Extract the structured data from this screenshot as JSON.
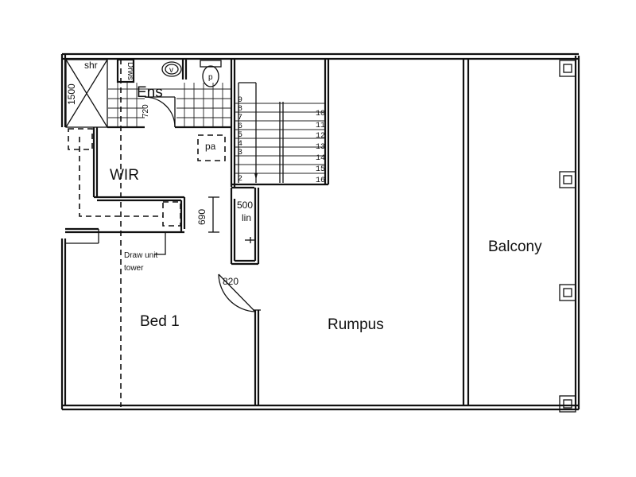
{
  "plan": {
    "rooms": {
      "ens": "Ens",
      "wir": "WIR",
      "bed1": "Bed 1",
      "rumpus": "Rumpus",
      "balcony": "Balcony"
    },
    "fixtures": {
      "shower": "shr",
      "drws": "Drws",
      "pantry": "pa",
      "vanity": "v",
      "toilet": "p"
    },
    "dimensions": {
      "shower_depth": "1500",
      "ens_door": "720",
      "wir_depth": "690",
      "lin_width": "500",
      "bed_door": "820"
    },
    "notes": {
      "lin": "lin",
      "draw_unit_line1": "Draw unit",
      "draw_unit_line2": "tower"
    },
    "stairs": {
      "left_numbers": [
        "9",
        "8",
        "7",
        "6",
        "5",
        "4",
        "3",
        "2"
      ],
      "right_numbers": [
        "10",
        "11",
        "12",
        "13",
        "14",
        "15",
        "16"
      ]
    }
  }
}
